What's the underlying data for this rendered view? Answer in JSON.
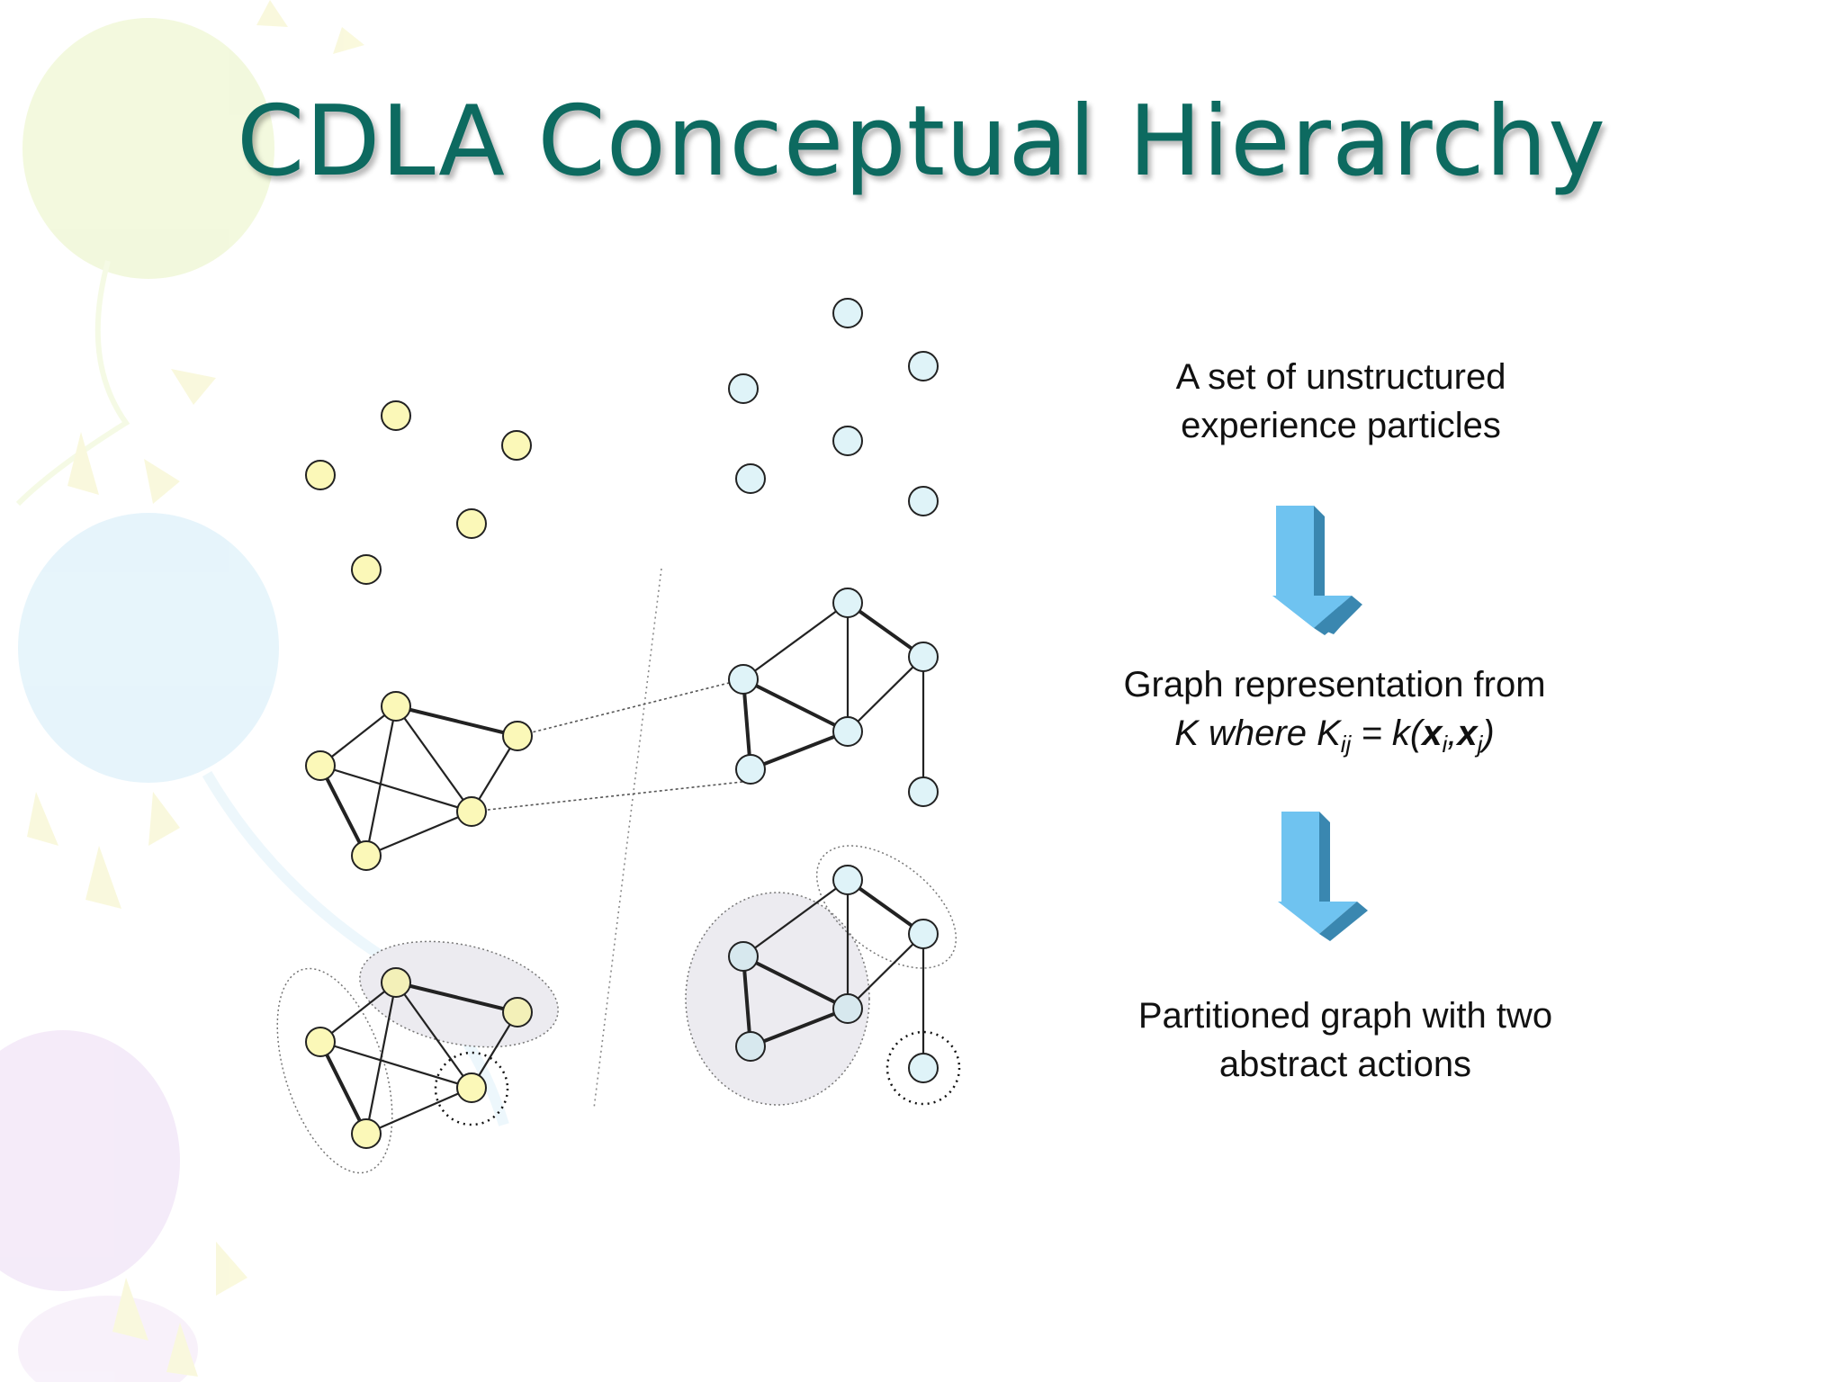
{
  "slide": {
    "title": "CDLA Conceptual Hierarchy"
  },
  "steps": [
    {
      "line1": "A set of unstructured",
      "line2": "experience particles"
    },
    {
      "line1": "Graph representation from",
      "formula": {
        "a": "K where K",
        "sub_ij": "ij",
        "b": " = k(",
        "x1": "x",
        "sub_i": "i",
        "comma": ",",
        "x2": "x",
        "sub_j": "j",
        "close": ")"
      }
    },
    {
      "line1": "Partitioned graph with two",
      "line2": "abstract actions"
    }
  ],
  "colors": {
    "title": "#0d6a60",
    "yellow_node": "#fbf8b8",
    "blue_node": "#dff3f8",
    "arrow_front": "#6fc3f0",
    "arrow_side": "#3a87b0",
    "cluster_fill": "#ecebf0"
  }
}
